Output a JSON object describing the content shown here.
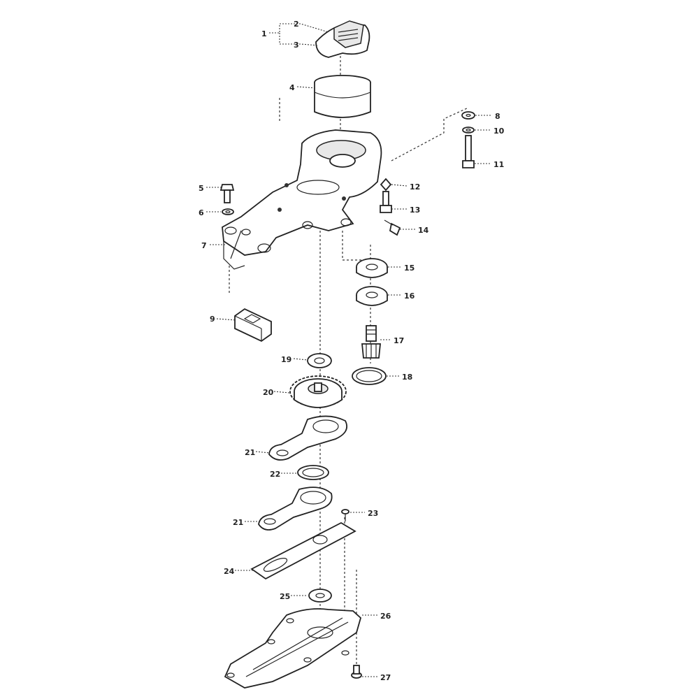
{
  "callouts": {
    "c1": "1",
    "c2": "2",
    "c3": "3",
    "c4": "4",
    "c5": "5",
    "c6": "6",
    "c7": "7",
    "c8": "8",
    "c9": "9",
    "c10": "10",
    "c11": "11",
    "c12": "12",
    "c13": "13",
    "c14": "14",
    "c15": "15",
    "c16": "16",
    "c17": "17",
    "c18": "18",
    "c19": "19",
    "c20": "20",
    "c21a": "21",
    "c22": "22",
    "c21b": "21",
    "c23": "23",
    "c24": "24",
    "c25": "25",
    "c26": "26",
    "c27": "27"
  }
}
